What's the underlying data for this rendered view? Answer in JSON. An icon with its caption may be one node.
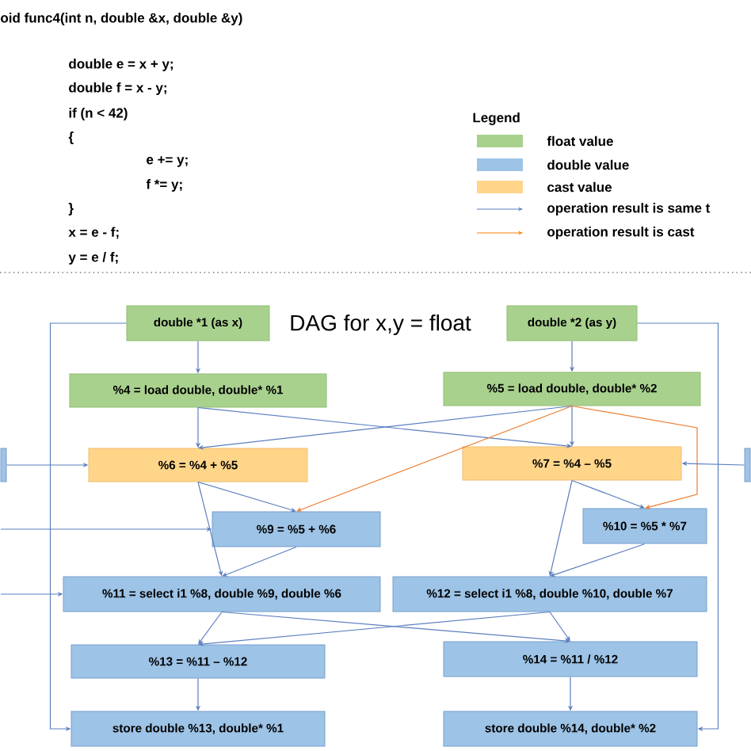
{
  "diagram": {
    "title": "DAG for x,y = float",
    "nodes": [
      {
        "text": [
          "double *1 (as x)"
        ]
      },
      {
        "text": [
          "double *2 (as y)"
        ]
      },
      {
        "text": [
          "%4 = load double, double* %1"
        ]
      },
      {
        "text": [
          "%5 = load double, double* %2"
        ]
      },
      {
        "text": [
          "%6 = %4 + %5"
        ]
      },
      {
        "text": [
          "%7 = %4 – %5"
        ]
      },
      {
        "text": [
          "%9 = %5 + %6"
        ]
      },
      {
        "text": [
          "%10 = %5 * %7"
        ]
      },
      {
        "text": [
          "%11 = select i1 %8, double %9, double %6"
        ]
      },
      {
        "text": [
          "%12 = select i1 %8, double %10, double %7"
        ]
      },
      {
        "text": [
          "%13 = %11 – %12"
        ]
      },
      {
        "text": [
          "%14 = %11 / %12"
        ]
      },
      {
        "text": [
          "store double %13, double* %1"
        ]
      },
      {
        "text": [
          "store double %14, double* %2"
        ]
      },
      {
        "text": [],
        "shape": "box"
      },
      {
        "text": [],
        "shape": "box"
      }
    ],
    "edges": [
      {
        "from": 0,
        "to": 2,
        "arrow": "to"
      },
      {
        "from": 1,
        "to": 3,
        "arrow": "to"
      },
      {
        "from": 2,
        "to": 4,
        "arrow": "to"
      },
      {
        "from": 3,
        "to": 4,
        "arrow": "to"
      },
      {
        "from": 2,
        "to": 5,
        "arrow": "to"
      },
      {
        "from": 3,
        "to": 5,
        "arrow": "to"
      },
      {
        "from": 3,
        "to": 6,
        "arrow": "to",
        "color": "#ed7d31"
      },
      {
        "from": 3,
        "to": 7,
        "arrow": "to",
        "color": "#ed7d31"
      },
      {
        "from": 4,
        "to": 6,
        "arrow": "to"
      },
      {
        "from": 5,
        "to": 7,
        "arrow": "to"
      },
      {
        "from": 4,
        "to": 8,
        "arrow": "to"
      },
      {
        "from": 6,
        "to": 8,
        "arrow": "to"
      },
      {
        "from": 5,
        "to": 9,
        "arrow": "to"
      },
      {
        "from": 7,
        "to": 9,
        "arrow": "to"
      },
      {
        "from": 8,
        "to": 10,
        "arrow": "to"
      },
      {
        "from": 9,
        "to": 10,
        "arrow": "to"
      },
      {
        "from": 8,
        "to": 11,
        "arrow": "to"
      },
      {
        "from": 9,
        "to": 11,
        "arrow": "to"
      },
      {
        "from": 10,
        "to": 12,
        "arrow": "to"
      },
      {
        "from": 11,
        "to": 13,
        "arrow": "to"
      },
      {
        "from": 0,
        "to": 12,
        "arrow": "to"
      },
      {
        "from": 1,
        "to": 13,
        "arrow": "to"
      },
      {
        "from": 14,
        "to": 4,
        "arrow": "to"
      },
      {
        "from": 15,
        "to": 5,
        "arrow": "to"
      },
      {
        "from": null,
        "to": 6,
        "arrow": "to"
      },
      {
        "from": null,
        "to": 8,
        "arrow": "to"
      }
    ],
    "labels": [
      "oid func4(int n, double &x, double &y)",
      "double e = x + y;",
      "double f = x - y;",
      "if (n < 42)",
      "{",
      "e += y;",
      "f *= y;",
      "}",
      "x = e - f;",
      "y = e / f;",
      "Legend"
    ],
    "legend": [
      {
        "text": "float value",
        "color": "#a9d18e"
      },
      {
        "text": "double value",
        "color": "#9dc3e6"
      },
      {
        "text": "cast value",
        "color": "#ffd58a"
      },
      {
        "text": "operation result is same t"
      },
      {
        "text": "operation result is cast"
      }
    ]
  }
}
